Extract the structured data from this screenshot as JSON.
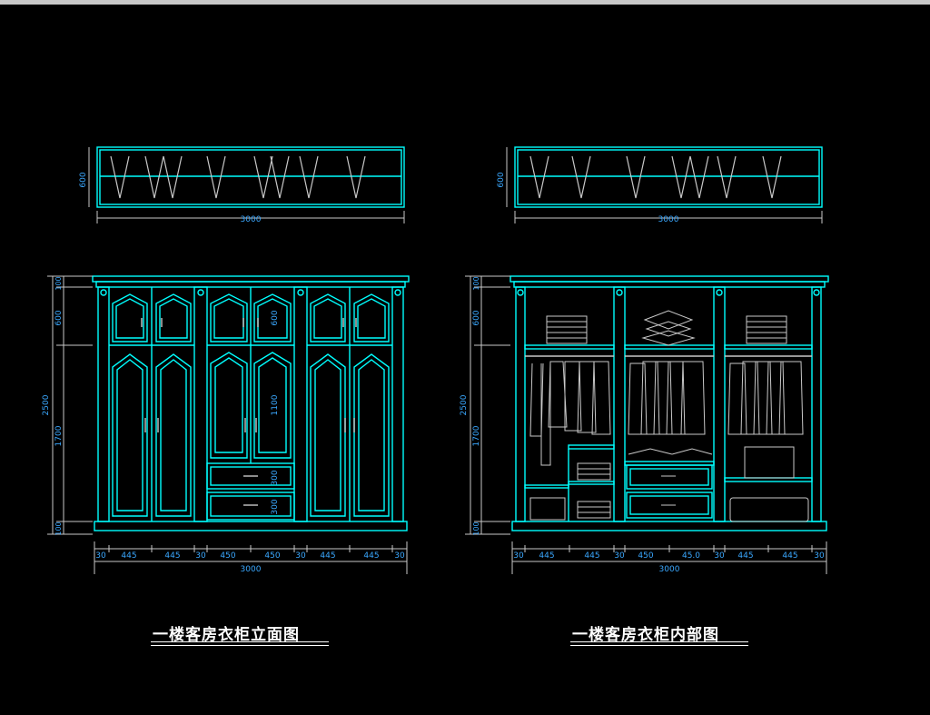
{
  "titles": {
    "left": "一楼客房衣柜立面图",
    "right": "一楼客房衣柜内部图"
  },
  "dimensions": {
    "top_width": "3000",
    "top_height": "600",
    "overall_width": "3000",
    "overall_height": "2500",
    "height_segments": [
      "100",
      "600",
      "1700",
      "100"
    ],
    "left_width_segments": [
      "30",
      "445",
      "445",
      "30",
      "450",
      "450",
      "30",
      "445",
      "445",
      "30"
    ],
    "right_width_segments": [
      "30",
      "445",
      "445",
      "30",
      "450",
      "45.0",
      "30",
      "445",
      "445",
      "30"
    ],
    "middle_labels": [
      "600",
      "1100",
      "300",
      "300"
    ]
  },
  "colors": {
    "background": "#000000",
    "cyan": "#00ffff",
    "gray": "#c8c8c8",
    "white": "#ffffff",
    "text_blue": "#3aa8ff"
  }
}
